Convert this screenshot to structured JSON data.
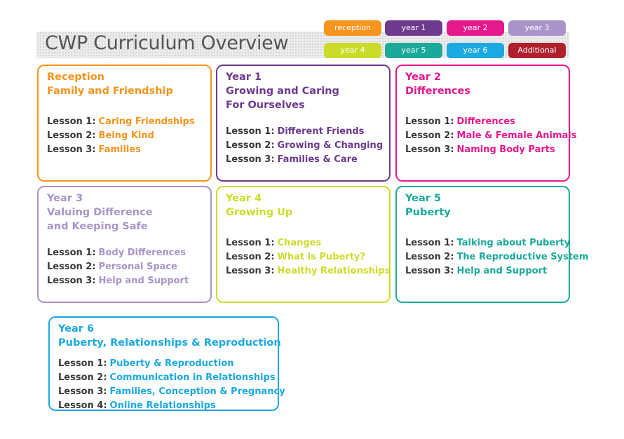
{
  "header": {
    "title": "CWP Curriculum Overview"
  },
  "tabs": [
    {
      "label": "reception",
      "color": "#f7941d"
    },
    {
      "label": "year 1",
      "color": "#6e3a8e"
    },
    {
      "label": "year 2",
      "color": "#e6198c"
    },
    {
      "label": "year 3",
      "color": "#a994c9"
    },
    {
      "label": "year 4",
      "color": "#c9dc29"
    },
    {
      "label": "year 5",
      "color": "#1aa99a"
    },
    {
      "label": "year 6",
      "color": "#1ba9e1"
    },
    {
      "label": "Additional",
      "color": "#b0202c"
    }
  ],
  "cards": [
    {
      "color": "#f7941d",
      "heading": [
        "Reception",
        "Family and Friendship"
      ],
      "lessons": [
        {
          "label": "Lesson 1:",
          "topic": "Caring Friendships"
        },
        {
          "label": "Lesson 2:",
          "topic": "Being Kind"
        },
        {
          "label": "Lesson 3:",
          "topic": "Families"
        }
      ]
    },
    {
      "color": "#6e3a8e",
      "heading": [
        "Year 1",
        "Growing and Caring",
        "For Ourselves"
      ],
      "lessons": [
        {
          "label": "Lesson 1:",
          "topic": "Different Friends"
        },
        {
          "label": "Lesson 2:",
          "topic": "Growing & Changing"
        },
        {
          "label": "Lesson 3:",
          "topic": "Families & Care"
        }
      ]
    },
    {
      "color": "#e6198c",
      "heading": [
        "Year 2",
        "Differences"
      ],
      "lessons": [
        {
          "label": "Lesson 1:",
          "topic": "Differences"
        },
        {
          "label": "Lesson 2:",
          "topic": "Male & Female Animals"
        },
        {
          "label": "Lesson 3:",
          "topic": "Naming Body Parts"
        }
      ]
    },
    {
      "color": "#a994c9",
      "heading": [
        "Year 3",
        "Valuing Difference",
        "and Keeping Safe"
      ],
      "lessons": [
        {
          "label": "Lesson 1:",
          "topic": "Body Differences"
        },
        {
          "label": "Lesson 2:",
          "topic": "Personal Space"
        },
        {
          "label": "Lesson 3:",
          "topic": "Help and Support"
        }
      ]
    },
    {
      "color": "#cddc29",
      "heading": [
        "Year 4",
        "Growing Up"
      ],
      "lessons": [
        {
          "label": "Lesson 1:",
          "topic": "Changes"
        },
        {
          "label": "Lesson 2:",
          "topic": "What is Puberty?"
        },
        {
          "label": "Lesson 3:",
          "topic": "Healthy Relationships"
        }
      ]
    },
    {
      "color": "#1aa99a",
      "heading": [
        "Year 5",
        "Puberty"
      ],
      "lessons": [
        {
          "label": "Lesson 1:",
          "topic": "Talking about Puberty"
        },
        {
          "label": "Lesson 2:",
          "topic": "The Reproductive System"
        },
        {
          "label": "Lesson 3:",
          "topic": "Help and Support"
        }
      ]
    },
    {
      "color": "#1ba9e1",
      "heading": [
        "Year 6",
        "Puberty, Relationships & Reproduction"
      ],
      "lessons": [
        {
          "label": "Lesson 1:",
          "topic": "Puberty & Reproduction"
        },
        {
          "label": "Lesson 2:",
          "topic": "Communication in Relationships"
        },
        {
          "label": "Lesson 3:",
          "topic": "Families, Conception & Pregnancy"
        },
        {
          "label": "Lesson 4:",
          "topic": "Online Relationships"
        }
      ]
    }
  ]
}
